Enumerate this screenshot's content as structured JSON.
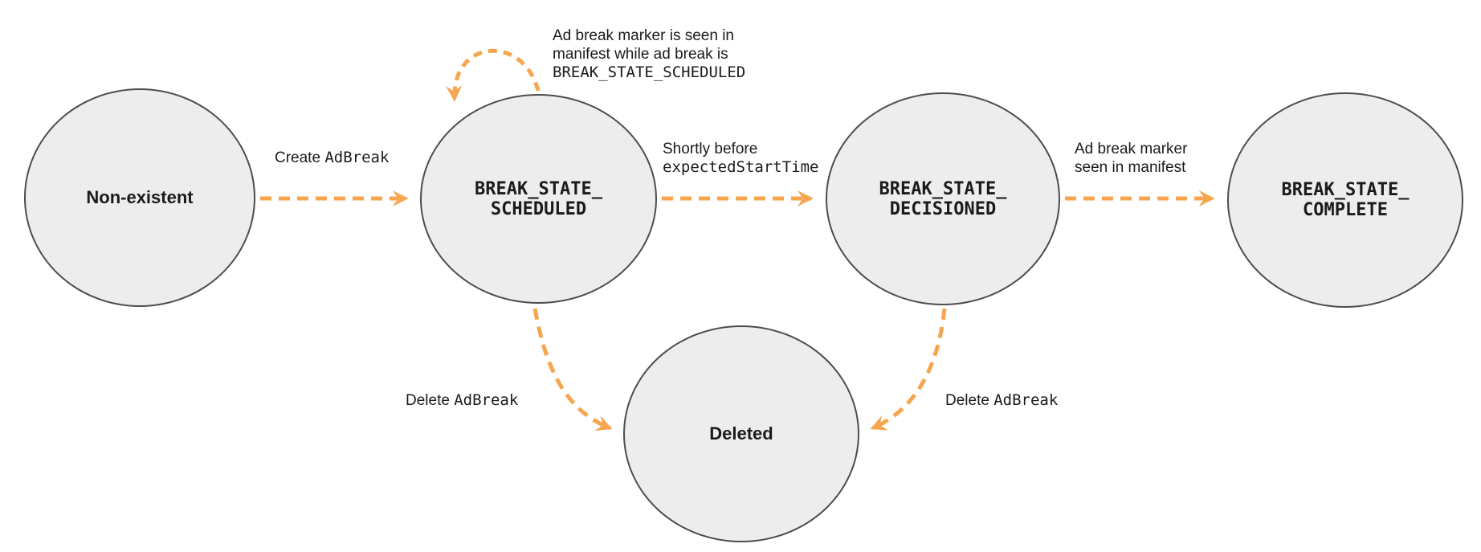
{
  "colors": {
    "arrow": "#F7A64F",
    "node_fill": "#EDEDED",
    "node_stroke": "#4D4D4D",
    "text": "#1B1B1B"
  },
  "nodes": {
    "non_existent": {
      "label": "Non-existent"
    },
    "scheduled": {
      "line1": "BREAK_STATE_",
      "line2": "SCHEDULED"
    },
    "decisioned": {
      "line1": "BREAK_STATE_",
      "line2": "DECISIONED"
    },
    "complete": {
      "line1": "BREAK_STATE_",
      "line2": "COMPLETE"
    },
    "deleted": {
      "label": "Deleted"
    }
  },
  "edges": {
    "create_adbreak": {
      "from": "Non-existent",
      "to": "BREAK_STATE_SCHEDULED",
      "label_plain": "Create ",
      "label_code": "AdBreak"
    },
    "marker_while_scheduled": {
      "from": "BREAK_STATE_SCHEDULED",
      "to": "BREAK_STATE_SCHEDULED",
      "label_line1": "Ad break marker is seen in",
      "label_line2": "manifest while ad break is",
      "label_line3_code": "BREAK_STATE_SCHEDULED"
    },
    "shortly_before": {
      "from": "BREAK_STATE_SCHEDULED",
      "to": "BREAK_STATE_DECISIONED",
      "label_line1": "Shortly before",
      "label_line2_code": "expectedStartTime"
    },
    "marker_seen": {
      "from": "BREAK_STATE_DECISIONED",
      "to": "BREAK_STATE_COMPLETE",
      "label_line1": "Ad break marker",
      "label_line2": "seen in manifest"
    },
    "delete_from_scheduled": {
      "from": "BREAK_STATE_SCHEDULED",
      "to": "Deleted",
      "label_plain": "Delete ",
      "label_code": "AdBreak"
    },
    "delete_from_decisioned": {
      "from": "BREAK_STATE_DECISIONED",
      "to": "Deleted",
      "label_plain": "Delete ",
      "label_code": "AdBreak"
    }
  }
}
